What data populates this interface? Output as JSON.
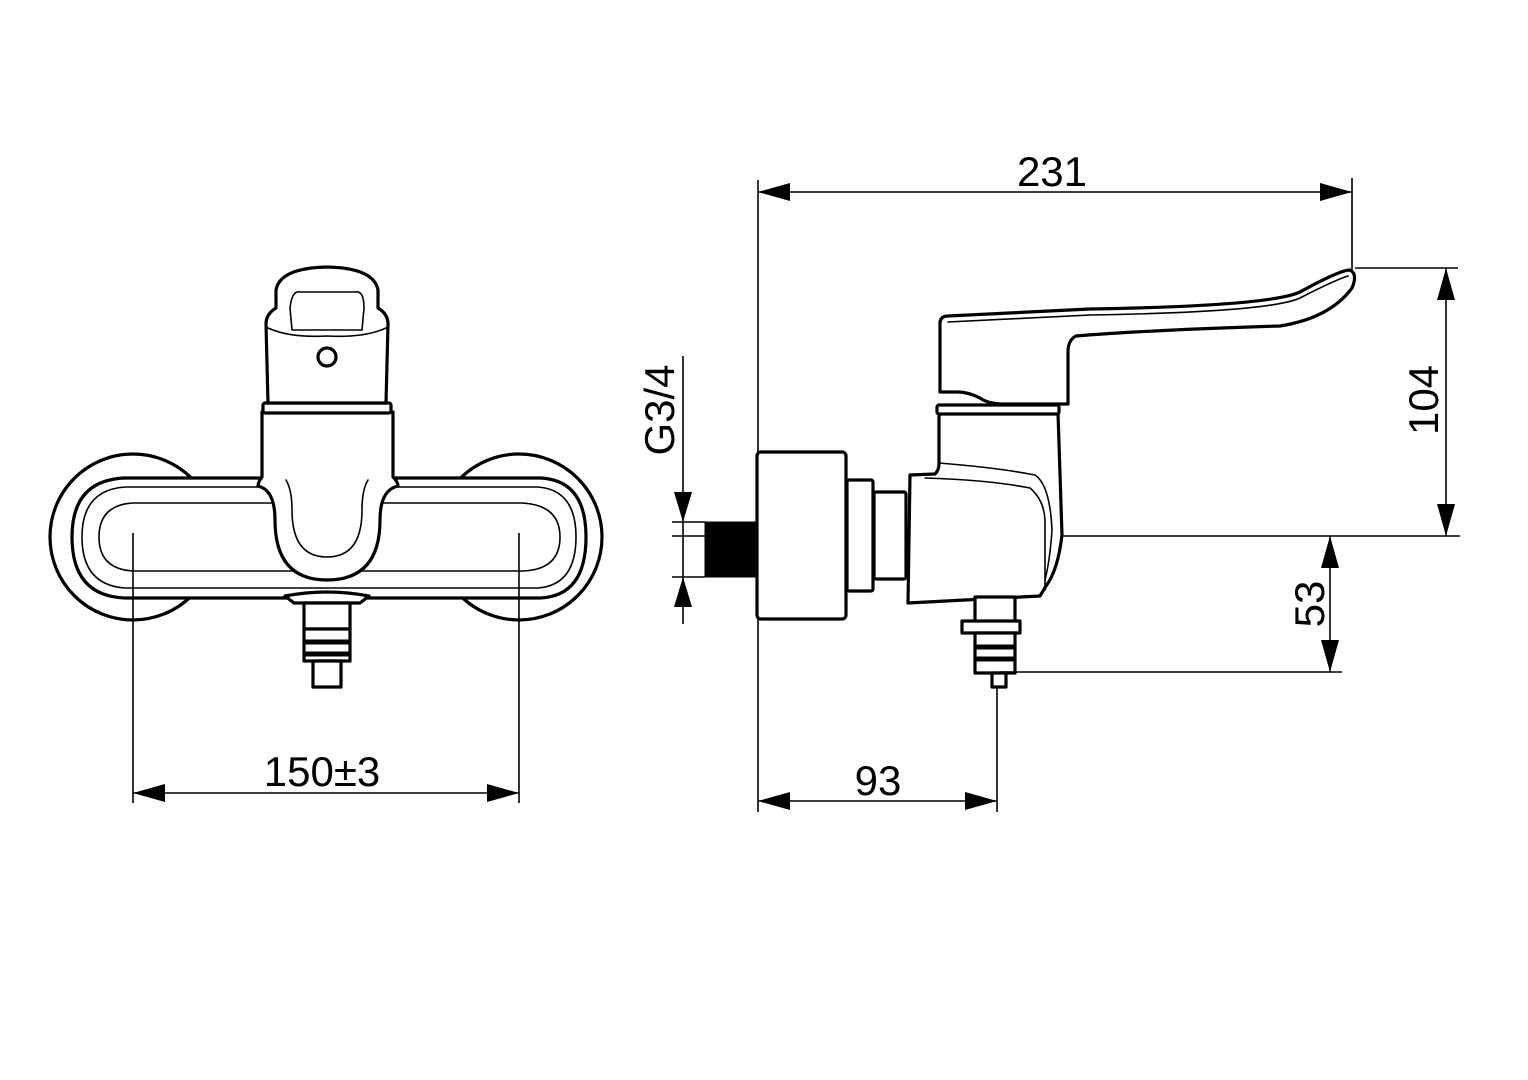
{
  "drawing": {
    "type": "technical-dimension-drawing",
    "subject": "single-lever wall-mounted shower mixer",
    "views": [
      {
        "name": "front-view"
      },
      {
        "name": "side-view"
      }
    ],
    "units": "mm",
    "colors": {
      "line": "#000000",
      "background": "#ffffff"
    }
  },
  "dimensions": {
    "center_distance": {
      "label": "150±3",
      "value": 150,
      "tolerance": 3,
      "orientation": "horizontal"
    },
    "overall_depth": {
      "label": "231",
      "value": 231,
      "orientation": "horizontal"
    },
    "outlet_offset": {
      "label": "93",
      "value": 93,
      "orientation": "horizontal"
    },
    "lever_height": {
      "label": "104",
      "value": 104,
      "orientation": "vertical"
    },
    "outlet_drop": {
      "label": "53",
      "value": 53,
      "orientation": "vertical"
    },
    "thread": {
      "label": "G3/4",
      "orientation": "vertical"
    }
  }
}
